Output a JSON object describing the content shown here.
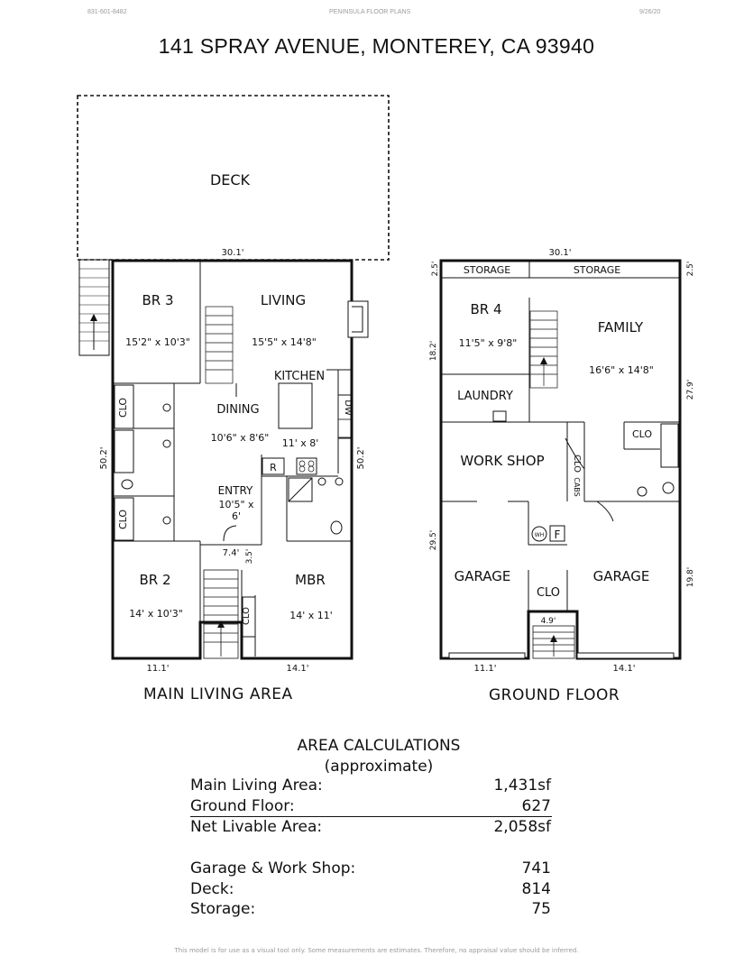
{
  "header": {
    "phone": "831-601-8482",
    "company": "PENINSULA FLOOR PLANS",
    "date": "9/26/20"
  },
  "address": "141 SPRAY AVENUE, MONTEREY, CA  93940",
  "main_level": {
    "caption": "MAIN LIVING AREA",
    "rooms": {
      "deck": "DECK",
      "br3": "BR 3",
      "br3_dim": "15'2\" x 10'3\"",
      "living": "LIVING",
      "living_dim": "15'5\" x 14'8\"",
      "kitchen": "KITCHEN",
      "dining": "DINING",
      "dining_dim": "10'6\" x 8'6\"",
      "kitchen_dim": "11' x 8'",
      "entry": "ENTRY",
      "entry_dim_1": "10'5\" x",
      "entry_dim_2": "6'",
      "br2": "BR 2",
      "br2_dim": "14' x 10'3\"",
      "mbr": "MBR",
      "mbr_dim": "14' x 11'",
      "clo": "CLO",
      "dw": "DW",
      "range": "R"
    },
    "measures": {
      "top": "30.1'",
      "left": "50.2'",
      "right": "50.2'",
      "bottom_left": "11.1'",
      "bottom_right": "14.1'",
      "landing_w": "7.4'",
      "landing_h": "3.5'"
    }
  },
  "ground_level": {
    "caption": "GROUND FLOOR",
    "rooms": {
      "storage_left": "STORAGE",
      "storage_right": "STORAGE",
      "br4": "BR 4",
      "br4_dim": "11'5\" x 9'8\"",
      "family": "FAMILY",
      "family_dim": "16'6\" x 14'8\"",
      "laundry": "LAUNDRY",
      "workshop": "WORK SHOP",
      "clo_cabs_1": "CLO",
      "clo_cabs_2": "CABS",
      "clo_bath": "CLO",
      "water_heater": "WH",
      "furnace": "F",
      "garage_left": "GARAGE",
      "garage_right": "GARAGE",
      "clo_garage": "CLO"
    },
    "measures": {
      "top": "30.1'",
      "storage_left": "2.5'",
      "storage_right": "2.5'",
      "br4_side": "18.2'",
      "family_side": "27.9'",
      "workshop_side": "29.5'",
      "garage_side": "19.8'",
      "stair_w": "4.9'",
      "bottom_left": "11.1'",
      "bottom_right": "14.1'"
    }
  },
  "area_calculations": {
    "title": "AREA CALCULATIONS",
    "subtitle": "(approximate)",
    "rows": [
      {
        "label": "Main Living Area:",
        "value": "1,431sf"
      },
      {
        "label": "Ground Floor:",
        "value": "627"
      },
      {
        "label": "Net Livable Area:",
        "value": "2,058sf"
      },
      {
        "label": "Garage & Work Shop:",
        "value": "741"
      },
      {
        "label": "Deck:",
        "value": "814"
      },
      {
        "label": "Storage:",
        "value": "75"
      }
    ]
  },
  "footer": "This model is for use as a visual tool only. Some measurements are estimates. Therefore, no appraisal value should be inferred."
}
